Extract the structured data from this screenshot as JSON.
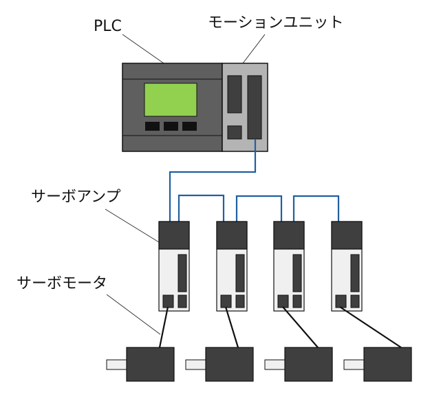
{
  "labels": {
    "plc": "PLC",
    "motion_unit": "モーションユニット",
    "servo_amp": "サーボアンプ",
    "servo_motor": "サーボモータ"
  },
  "colors": {
    "plc_body": "#5f5f5f",
    "plc_screen": "#92d050",
    "motion_unit_body": "#b4b4b4",
    "dark_block": "#3f3f3f",
    "button": "#111111",
    "amp_body": "#f0f0f0",
    "network_cable": "#1f5f9f",
    "power_cable": "#111111"
  },
  "servo_amps": [
    {
      "id": "amp-1"
    },
    {
      "id": "amp-2"
    },
    {
      "id": "amp-3"
    },
    {
      "id": "amp-4"
    }
  ],
  "servo_motors": [
    {
      "id": "motor-1"
    },
    {
      "id": "motor-2"
    },
    {
      "id": "motor-3"
    },
    {
      "id": "motor-4"
    }
  ]
}
